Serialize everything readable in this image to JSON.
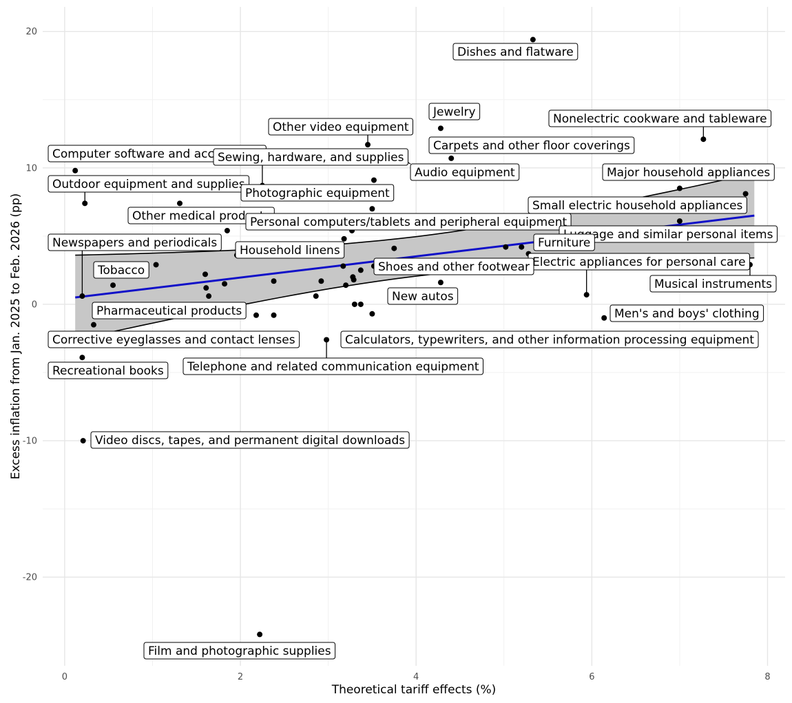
{
  "chart_data": {
    "type": "scatter",
    "xlabel": "Theoretical tariff effects (%)",
    "ylabel": "Excess inflation from Jan. 2025 to Feb. 2026 (pp)",
    "xlim": [
      -0.25,
      8.2
    ],
    "ylim": [
      -26.5,
      21.8
    ],
    "x_ticks": [
      0,
      2,
      4,
      6,
      8
    ],
    "y_ticks": [
      -20,
      -10,
      0,
      10,
      20
    ],
    "grid": true,
    "trend": {
      "x": [
        0.12,
        7.85
      ],
      "y": [
        0.5,
        6.5
      ],
      "ci_upper": [
        3.6,
        9.8
      ],
      "ci_lower": [
        -2.6,
        3.1
      ]
    },
    "labeled_points": [
      {
        "x": 5.33,
        "y": 19.4,
        "label": "Dishes and flatware"
      },
      {
        "x": 4.28,
        "y": 12.9,
        "label": "Jewelry"
      },
      {
        "x": 7.27,
        "y": 12.1,
        "label": "Nonelectric cookware and tableware"
      },
      {
        "x": 3.45,
        "y": 11.7,
        "label": "Other video equipment"
      },
      {
        "x": 4.4,
        "y": 10.7,
        "label": "Carpets and other floor coverings"
      },
      {
        "x": 0.12,
        "y": 9.8,
        "label": "Computer software and accessories"
      },
      {
        "x": 2.25,
        "y": 8.7,
        "label": "Sewing, hardware, and supplies"
      },
      {
        "x": 3.8,
        "y": 10.8,
        "label": "Audio equipment"
      },
      {
        "x": 7.0,
        "y": 8.5,
        "label": "Major household appliances"
      },
      {
        "x": 0.23,
        "y": 7.4,
        "label": "Outdoor equipment and supplies"
      },
      {
        "x": 3.52,
        "y": 9.1,
        "label": "Photographic equipment"
      },
      {
        "x": 1.31,
        "y": 7.4,
        "label": "Other medical products"
      },
      {
        "x": 7.75,
        "y": 8.1,
        "label": "Small electric household appliances"
      },
      {
        "x": 3.27,
        "y": 5.4,
        "label": "Personal computers/tablets and peripheral equipment"
      },
      {
        "x": 7.0,
        "y": 6.1,
        "label": "Luggage and similar personal items"
      },
      {
        "x": 0.2,
        "y": 0.6,
        "label": "Newspapers and periodicals"
      },
      {
        "x": 5.28,
        "y": 3.7,
        "label": "Furniture"
      },
      {
        "x": 1.96,
        "y": 3.6,
        "label": "Household linens"
      },
      {
        "x": 1.04,
        "y": 2.9,
        "label": "Tobacco"
      },
      {
        "x": 5.94,
        "y": 0.7,
        "label": "Electric appliances for personal care"
      },
      {
        "x": 3.52,
        "y": 2.8,
        "label": "Shoes and other footwear"
      },
      {
        "x": 7.8,
        "y": 2.9,
        "label": "Musical instruments"
      },
      {
        "x": 4.28,
        "y": 1.6,
        "label": "New autos"
      },
      {
        "x": 6.14,
        "y": -1.0,
        "label": "Men's and boys' clothing"
      },
      {
        "x": 0.33,
        "y": -1.5,
        "label": "Pharmaceutical products"
      },
      {
        "x": 7.82,
        "y": -2.6,
        "label": "Calculators, typewriters, and other information processing equipment"
      },
      {
        "x": 2.09,
        "y": -2.5,
        "label": "Corrective eyeglasses and contact lenses"
      },
      {
        "x": 2.98,
        "y": -2.6,
        "label": "Telephone and related communication equipment"
      },
      {
        "x": 0.2,
        "y": -3.9,
        "label": "Recreational books"
      },
      {
        "x": 0.21,
        "y": -10.0,
        "label": "Video discs, tapes, and permanent digital downloads"
      },
      {
        "x": 2.22,
        "y": -24.2,
        "label": "Film and photographic supplies"
      }
    ],
    "unlabeled_points": [
      {
        "x": 3.5,
        "y": 7.0
      },
      {
        "x": 1.85,
        "y": 5.4
      },
      {
        "x": 3.18,
        "y": 4.8
      },
      {
        "x": 3.75,
        "y": 4.1
      },
      {
        "x": 5.02,
        "y": 4.2
      },
      {
        "x": 5.2,
        "y": 4.2
      },
      {
        "x": 5.66,
        "y": 5.6
      },
      {
        "x": 3.17,
        "y": 2.8
      },
      {
        "x": 3.37,
        "y": 2.5
      },
      {
        "x": 3.28,
        "y": 2.0
      },
      {
        "x": 3.29,
        "y": 1.8
      },
      {
        "x": 2.38,
        "y": 1.7
      },
      {
        "x": 2.92,
        "y": 1.7
      },
      {
        "x": 1.6,
        "y": 2.2
      },
      {
        "x": 1.82,
        "y": 1.5
      },
      {
        "x": 0.55,
        "y": 1.4
      },
      {
        "x": 3.2,
        "y": 1.4
      },
      {
        "x": 1.61,
        "y": 1.2
      },
      {
        "x": 1.64,
        "y": 0.6
      },
      {
        "x": 2.86,
        "y": 0.6
      },
      {
        "x": 3.3,
        "y": 0.0
      },
      {
        "x": 3.37,
        "y": 0.0
      },
      {
        "x": 2.18,
        "y": -0.8
      },
      {
        "x": 2.38,
        "y": -0.8
      },
      {
        "x": 3.5,
        "y": -0.7
      }
    ]
  }
}
